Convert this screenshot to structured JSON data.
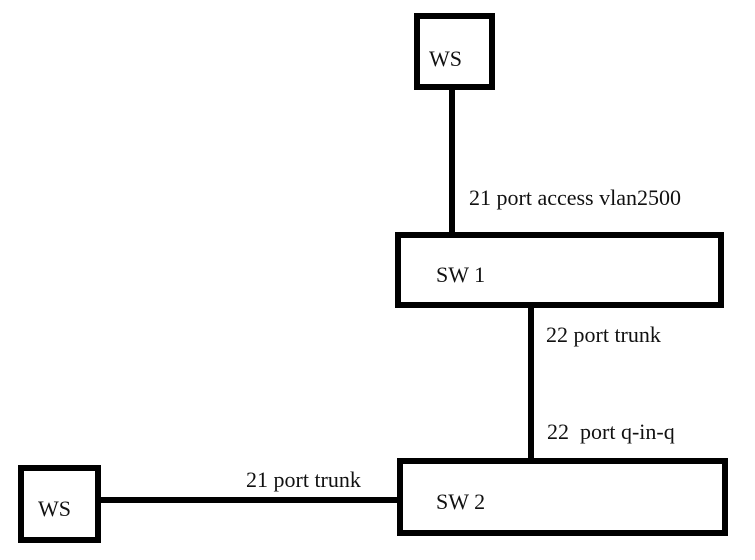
{
  "nodes": {
    "ws_top": {
      "label": "WS"
    },
    "sw1": {
      "label": "SW 1"
    },
    "sw2": {
      "label": "SW 2"
    },
    "ws_left": {
      "label": "WS"
    }
  },
  "links": {
    "ws_top_to_sw1": {
      "label": "21 port access vlan2500"
    },
    "sw1_to_sw2_upper": {
      "label": "22 port trunk"
    },
    "sw1_to_sw2_lower": {
      "label": "22  port q-in-q"
    },
    "ws_left_to_sw2": {
      "label": "21 port trunk"
    }
  }
}
